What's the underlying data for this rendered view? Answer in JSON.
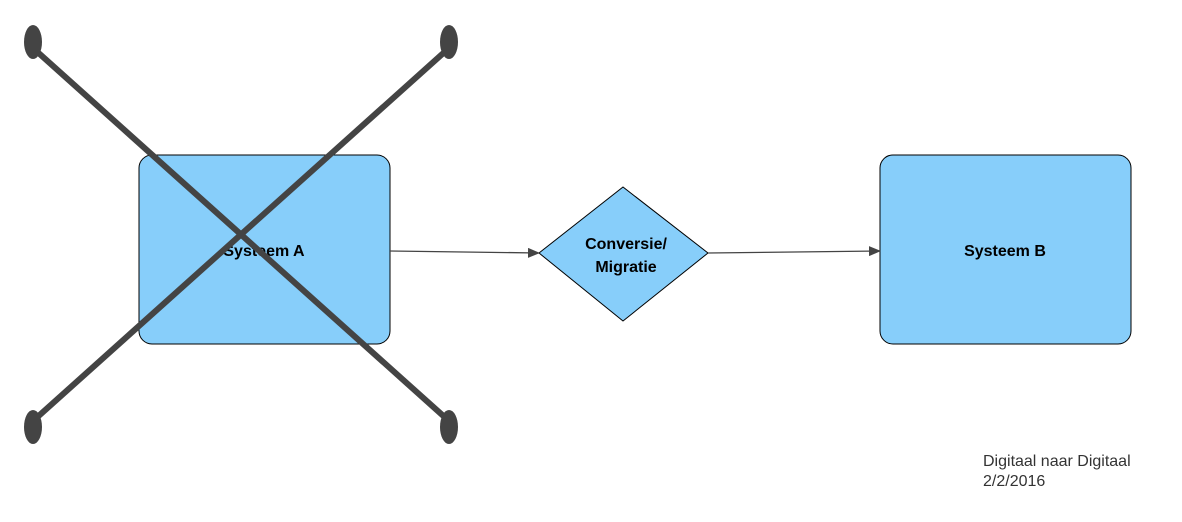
{
  "diagram": {
    "nodes": {
      "system_a": {
        "label": "Systeem A",
        "fill": "#87CEFA"
      },
      "conversion": {
        "label_line1": "Conversie/",
        "label_line2": "Migratie",
        "fill": "#87CEFA"
      },
      "system_b": {
        "label": "Systeem B",
        "fill": "#87CEFA"
      }
    },
    "colors": {
      "stroke": "#000000",
      "edge": "#444444",
      "cross": "#444444"
    }
  },
  "caption": {
    "line1": "Digitaal naar Digitaal",
    "line2": "2/2/2016"
  }
}
